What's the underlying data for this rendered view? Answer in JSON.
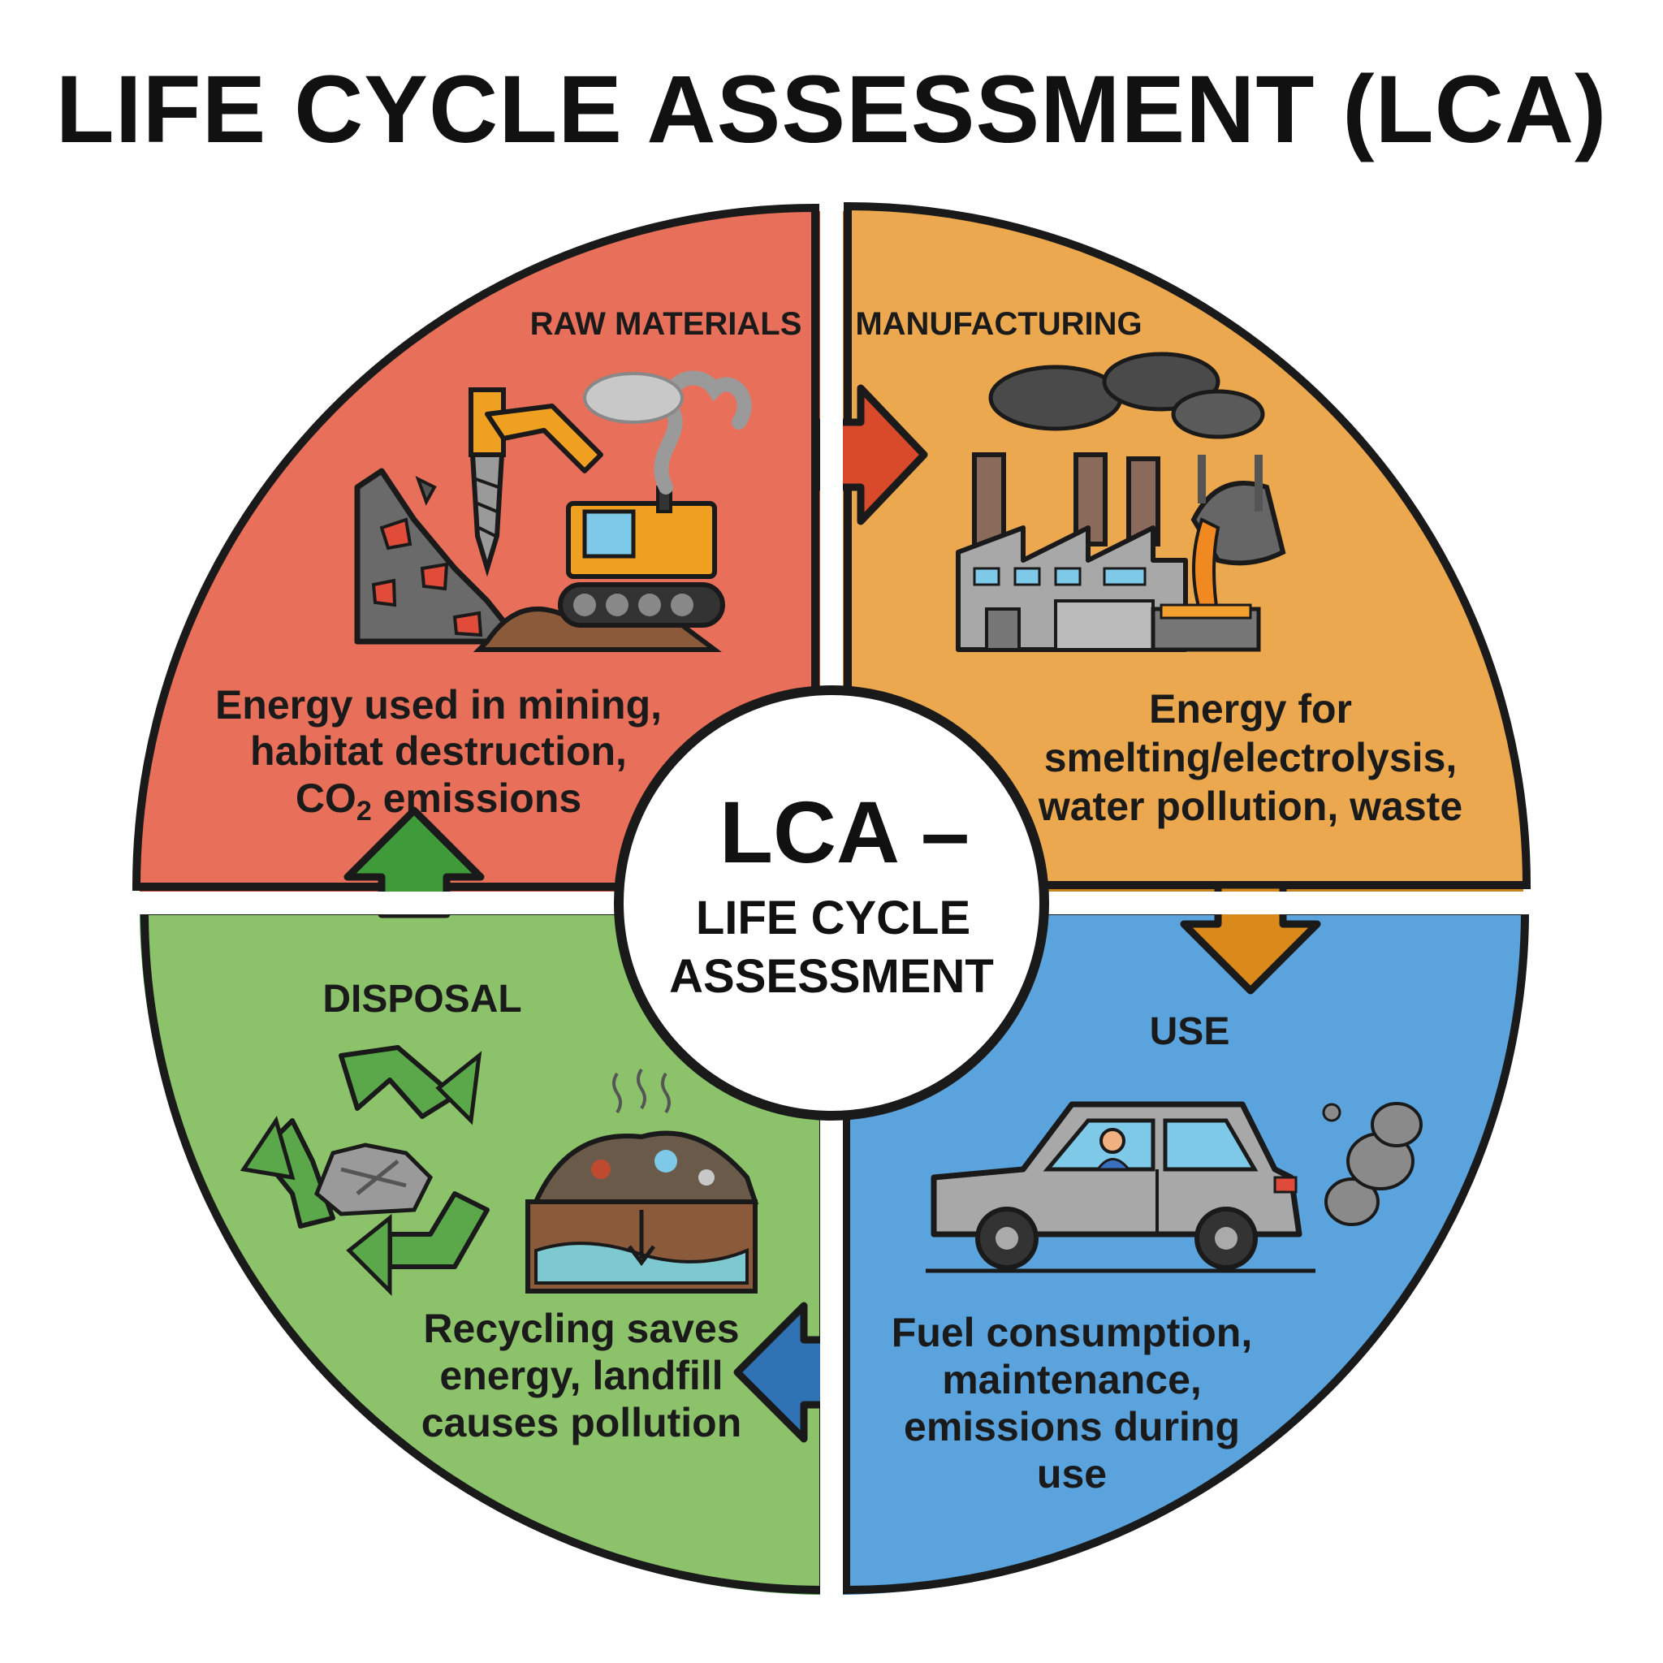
{
  "title": "LIFE CYCLE ASSESSMENT (LCA)",
  "center": {
    "line1": "LCA –",
    "line2": "LIFE CYCLE",
    "line3": "ASSESSMENT"
  },
  "stages": {
    "raw_materials": {
      "label": "RAW MATERIALS",
      "desc1": "Energy used in mining,",
      "desc2": "habitat destruction,",
      "desc3_prefix": "CO",
      "desc3_sub": "2",
      "desc3_suffix": " emissions"
    },
    "manufacturing": {
      "label": "MANUFACTURING",
      "desc1": "Energy for",
      "desc2": "smelting/electrolysis,",
      "desc3": "water pollution, waste"
    },
    "use": {
      "label": "USE",
      "desc1": "Fuel consumption,",
      "desc2": "maintenance,",
      "desc3": "emissions during",
      "desc4": "use"
    },
    "disposal": {
      "label": "DISPOSAL",
      "desc1": "Recycling saves",
      "desc2": "energy, landfill",
      "desc3": "causes pollution"
    }
  },
  "colors": {
    "raw_materials": "#e8705a",
    "manufacturing": "#eba84e",
    "use": "#5aa3dc",
    "disposal": "#8cc26a"
  },
  "icons": {
    "raw_materials": "mining-excavator-icon",
    "manufacturing": "factory-smelting-icon",
    "use": "car-exhaust-icon",
    "disposal": "recycling-landfill-icon"
  }
}
